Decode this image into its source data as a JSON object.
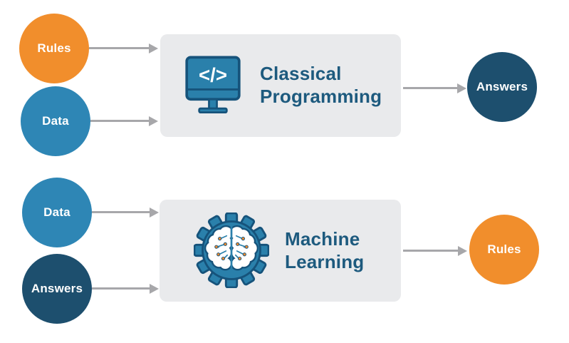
{
  "diagram": {
    "name": "classical-programming-vs-machine-learning",
    "colors": {
      "orange": "#F18E2C",
      "blue": "#2E86B5",
      "navy": "#1D4F6E",
      "box_background": "#E9EAEC",
      "title_text": "#1D5A7E",
      "arrow": "#A7A7AA",
      "icon_blue": "#2A80AB",
      "icon_outline": "#16537B",
      "brain_dot_orange": "#EE8A2E"
    },
    "flows": [
      {
        "name": "classical-programming",
        "inputs": [
          {
            "label": "Rules",
            "color": "#F18E2C"
          },
          {
            "label": "Data",
            "color": "#2E86B5"
          }
        ],
        "process": {
          "line1": "Classical",
          "line2": "Programming",
          "icon": "code-monitor-icon",
          "code_glyph": "</>"
        },
        "output": {
          "label": "Answers",
          "color": "#1D4F6E"
        }
      },
      {
        "name": "machine-learning",
        "inputs": [
          {
            "label": "Data",
            "color": "#2E86B5"
          },
          {
            "label": "Answers",
            "color": "#1D4F6E"
          }
        ],
        "process": {
          "line1": "Machine",
          "line2": "Learning",
          "icon": "gear-brain-icon"
        },
        "output": {
          "label": "Rules",
          "color": "#F18E2C"
        }
      }
    ]
  }
}
